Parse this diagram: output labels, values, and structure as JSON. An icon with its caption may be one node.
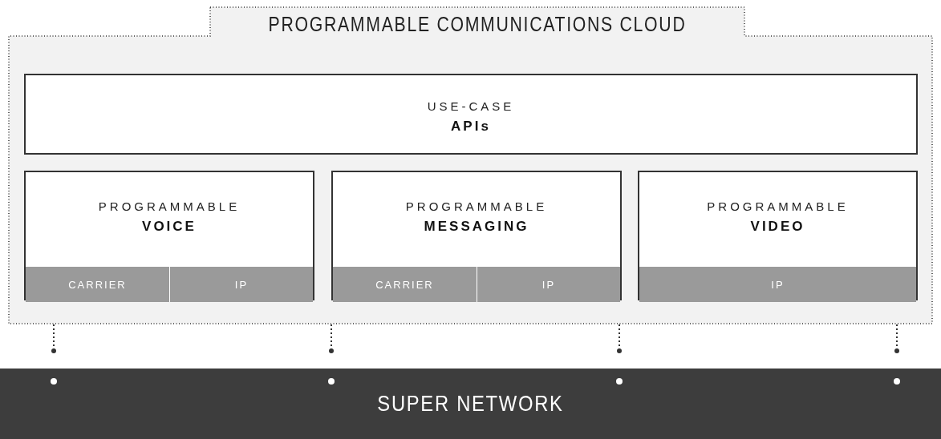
{
  "diagram": {
    "nodes": [
      {
        "text": [
          "PROGRAMMABLE COMMUNICATIONS CLOUD"
        ]
      },
      {
        "text": [
          "USE-CASE",
          "APIs"
        ],
        "in": 0
      },
      {
        "text": [
          "PROGRAMMABLE",
          "VOICE"
        ],
        "in": 0
      },
      {
        "text": [
          "CARRIER"
        ],
        "in": 2
      },
      {
        "text": [
          "IP"
        ],
        "in": 2
      },
      {
        "text": [
          "PROGRAMMABLE",
          "MESSAGING"
        ],
        "in": 0
      },
      {
        "text": [
          "CARRIER"
        ],
        "in": 5
      },
      {
        "text": [
          "IP"
        ],
        "in": 5
      },
      {
        "text": [
          "PROGRAMMABLE",
          "VIDEO"
        ],
        "in": 0
      },
      {
        "text": [
          "IP"
        ],
        "in": 8
      },
      {
        "text": [
          "SUPER NETWORK"
        ]
      }
    ],
    "edges": [
      {
        "from": 0,
        "to": 10,
        "arrow": "other",
        "style": "dashed"
      },
      {
        "from": 0,
        "to": 10,
        "arrow": "other",
        "style": "dashed"
      },
      {
        "from": 0,
        "to": 10,
        "arrow": "other",
        "style": "dashed"
      },
      {
        "from": 0,
        "to": 10,
        "arrow": "other",
        "style": "dashed"
      }
    ]
  }
}
